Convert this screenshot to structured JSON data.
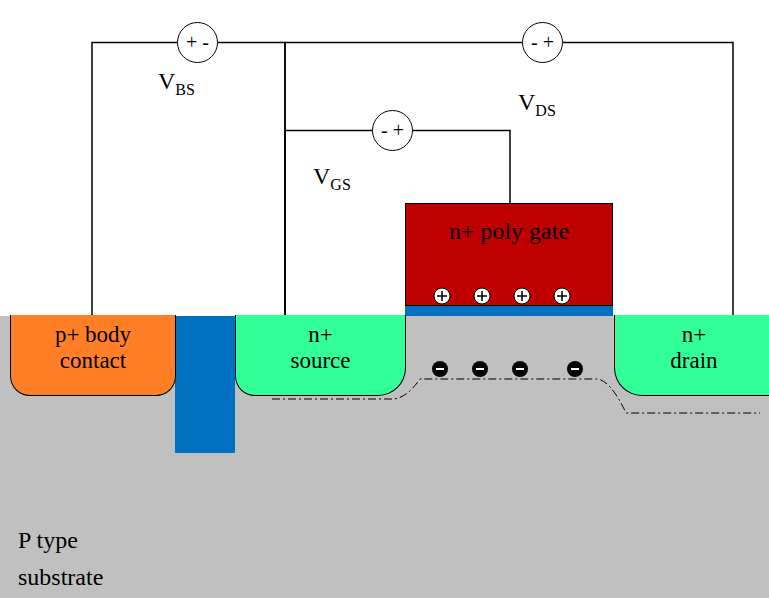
{
  "diagram": {
    "nodes": [
      {
        "text": [
          "+ -",
          "VBS"
        ]
      },
      {
        "text": [
          "- +",
          "VDS"
        ]
      },
      {
        "text": [
          "- +",
          "VGS"
        ]
      },
      {
        "text": [
          "n+ poly gate"
        ]
      },
      {
        "text": [
          "P type substrate"
        ]
      },
      {
        "text": [
          "p+ body contact"
        ],
        "in": 4
      },
      {
        "text": [
          "n+ source"
        ],
        "in": 4
      },
      {
        "text": [
          "n+ drain"
        ],
        "in": 4
      }
    ],
    "edges": [
      {
        "from": 0,
        "to": 5,
        "arrow": "none"
      },
      {
        "from": 0,
        "to": 6,
        "arrow": "none"
      },
      {
        "from": 1,
        "to": 6,
        "arrow": "none"
      },
      {
        "from": 1,
        "to": 7,
        "arrow": "none"
      },
      {
        "from": 2,
        "to": 6,
        "arrow": "none"
      },
      {
        "from": 2,
        "to": 3,
        "arrow": "none"
      }
    ]
  }
}
